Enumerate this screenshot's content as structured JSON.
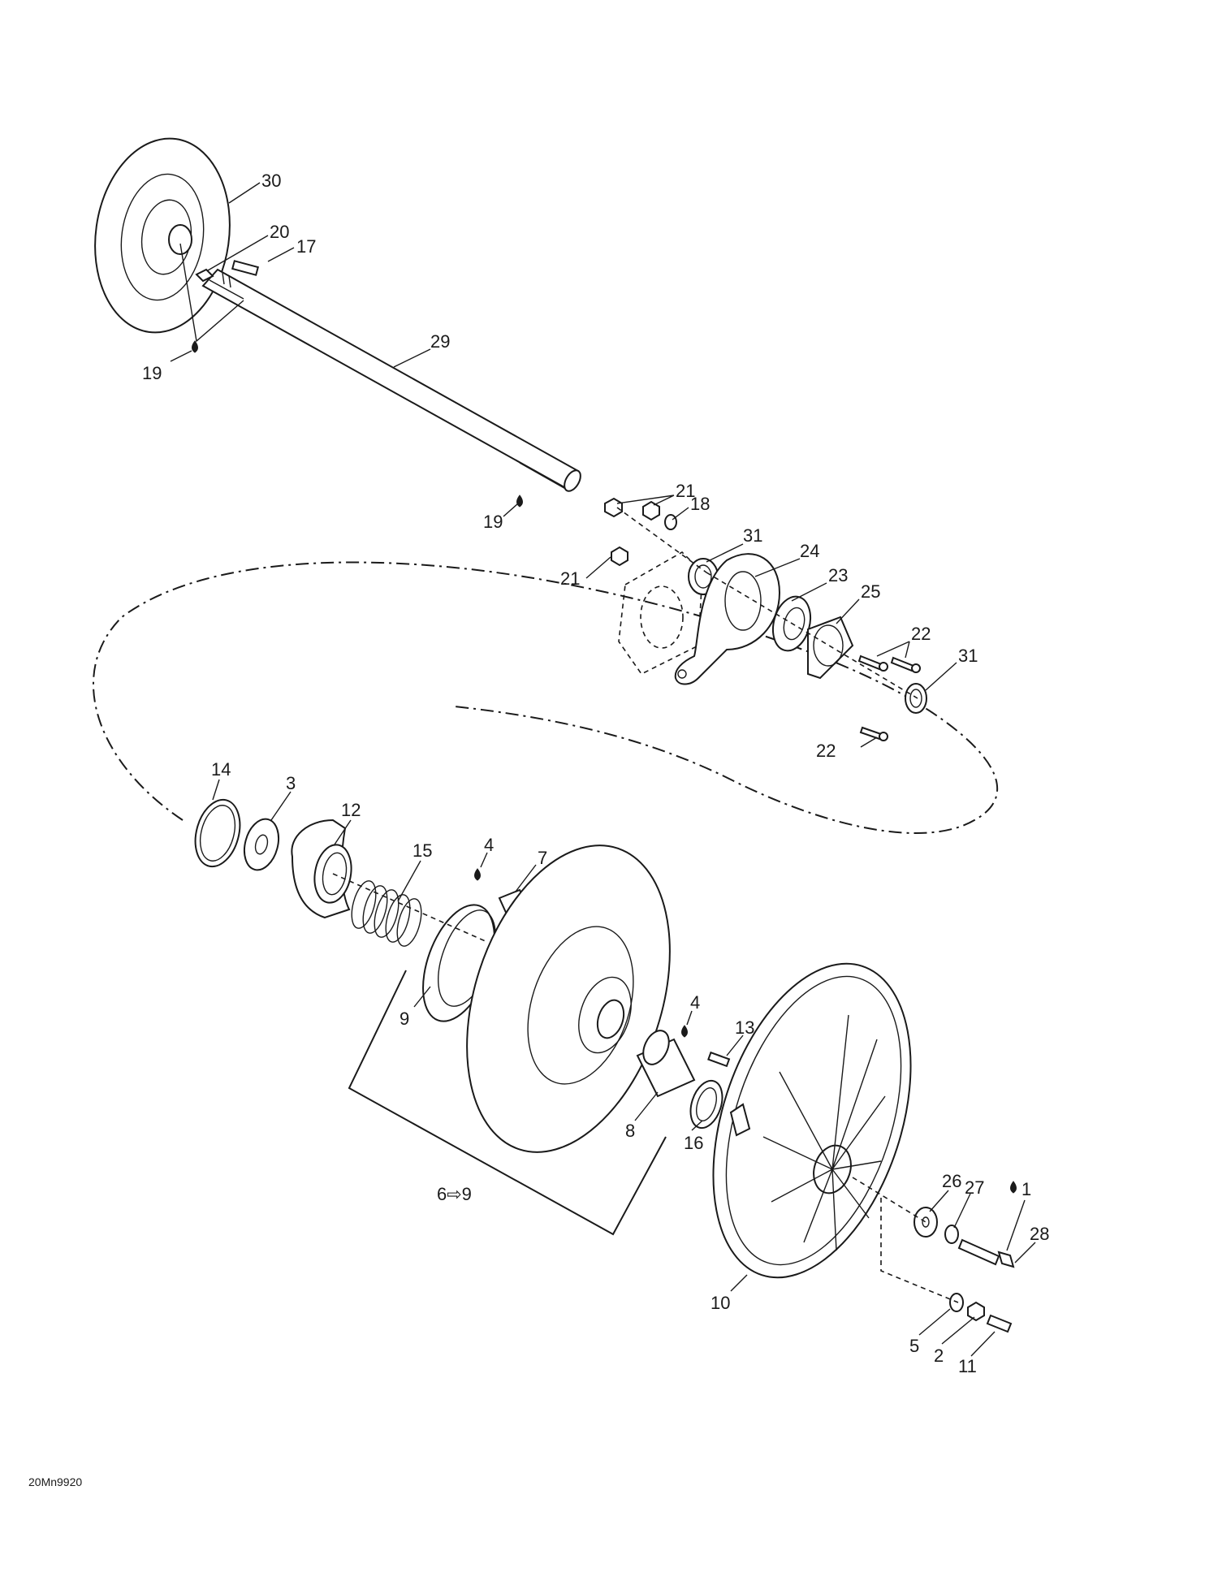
{
  "diagram_code": "20Mn9920",
  "callouts": {
    "c30": "30",
    "c20": "20",
    "c17": "17",
    "c29": "29",
    "c19a": "19",
    "c19b": "19",
    "c21a": "21",
    "c18": "18",
    "c21b": "21",
    "c31a": "31",
    "c24": "24",
    "c23": "23",
    "c25": "25",
    "c22a": "22",
    "c31b": "31",
    "c22b": "22",
    "c14": "14",
    "c3": "3",
    "c12": "12",
    "c15": "15",
    "c4a": "4",
    "c7": "7",
    "c9": "9",
    "c4b": "4",
    "c13": "13",
    "c8": "8",
    "c16": "16",
    "c6_9": "6⇨9",
    "c26": "26",
    "c27": "27",
    "c1": "1",
    "c28": "28",
    "c10": "10",
    "c5": "5",
    "c2": "2",
    "c11": "11"
  }
}
